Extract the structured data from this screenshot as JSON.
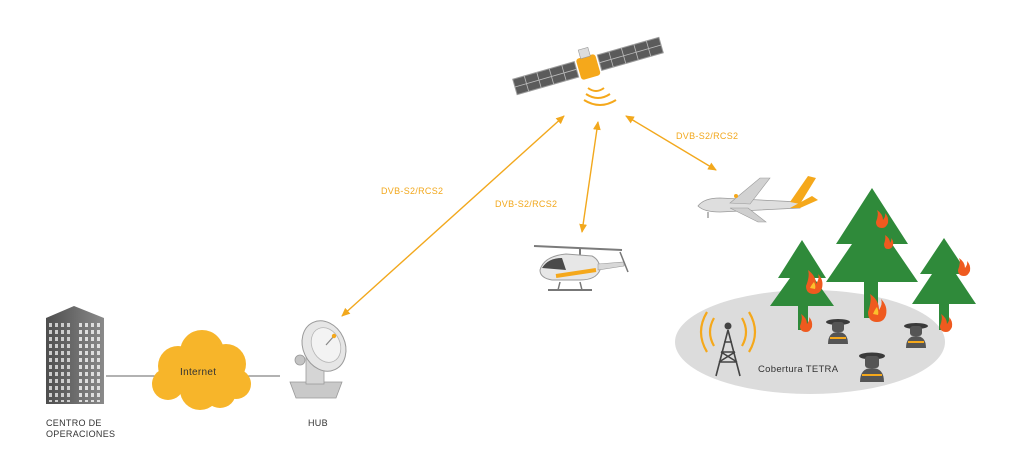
{
  "labels": {
    "link_hub": "DVB-S2/RCS2",
    "link_helicopter": "DVB-S2/RCS2",
    "link_drone": "DVB-S2/RCS2",
    "internet": "Internet",
    "operations_line1": "CENTRO DE",
    "operations_line2": "OPERACIONES",
    "hub": "HUB",
    "tetra": "Cobertura TETRA"
  },
  "colors": {
    "link": "#f2a81d",
    "cloud": "#f7b52a",
    "forest": "#2f8a3a",
    "fire": "#ef5a1f",
    "coverage_area": "#dcdcdc",
    "building": "#6d6d6d"
  },
  "icons": [
    "satellite-icon",
    "building-icon",
    "cloud-icon",
    "dish-antenna-icon",
    "helicopter-icon",
    "drone-icon",
    "tree-icon",
    "fire-icon",
    "radio-tower-icon",
    "firefighter-icon"
  ]
}
